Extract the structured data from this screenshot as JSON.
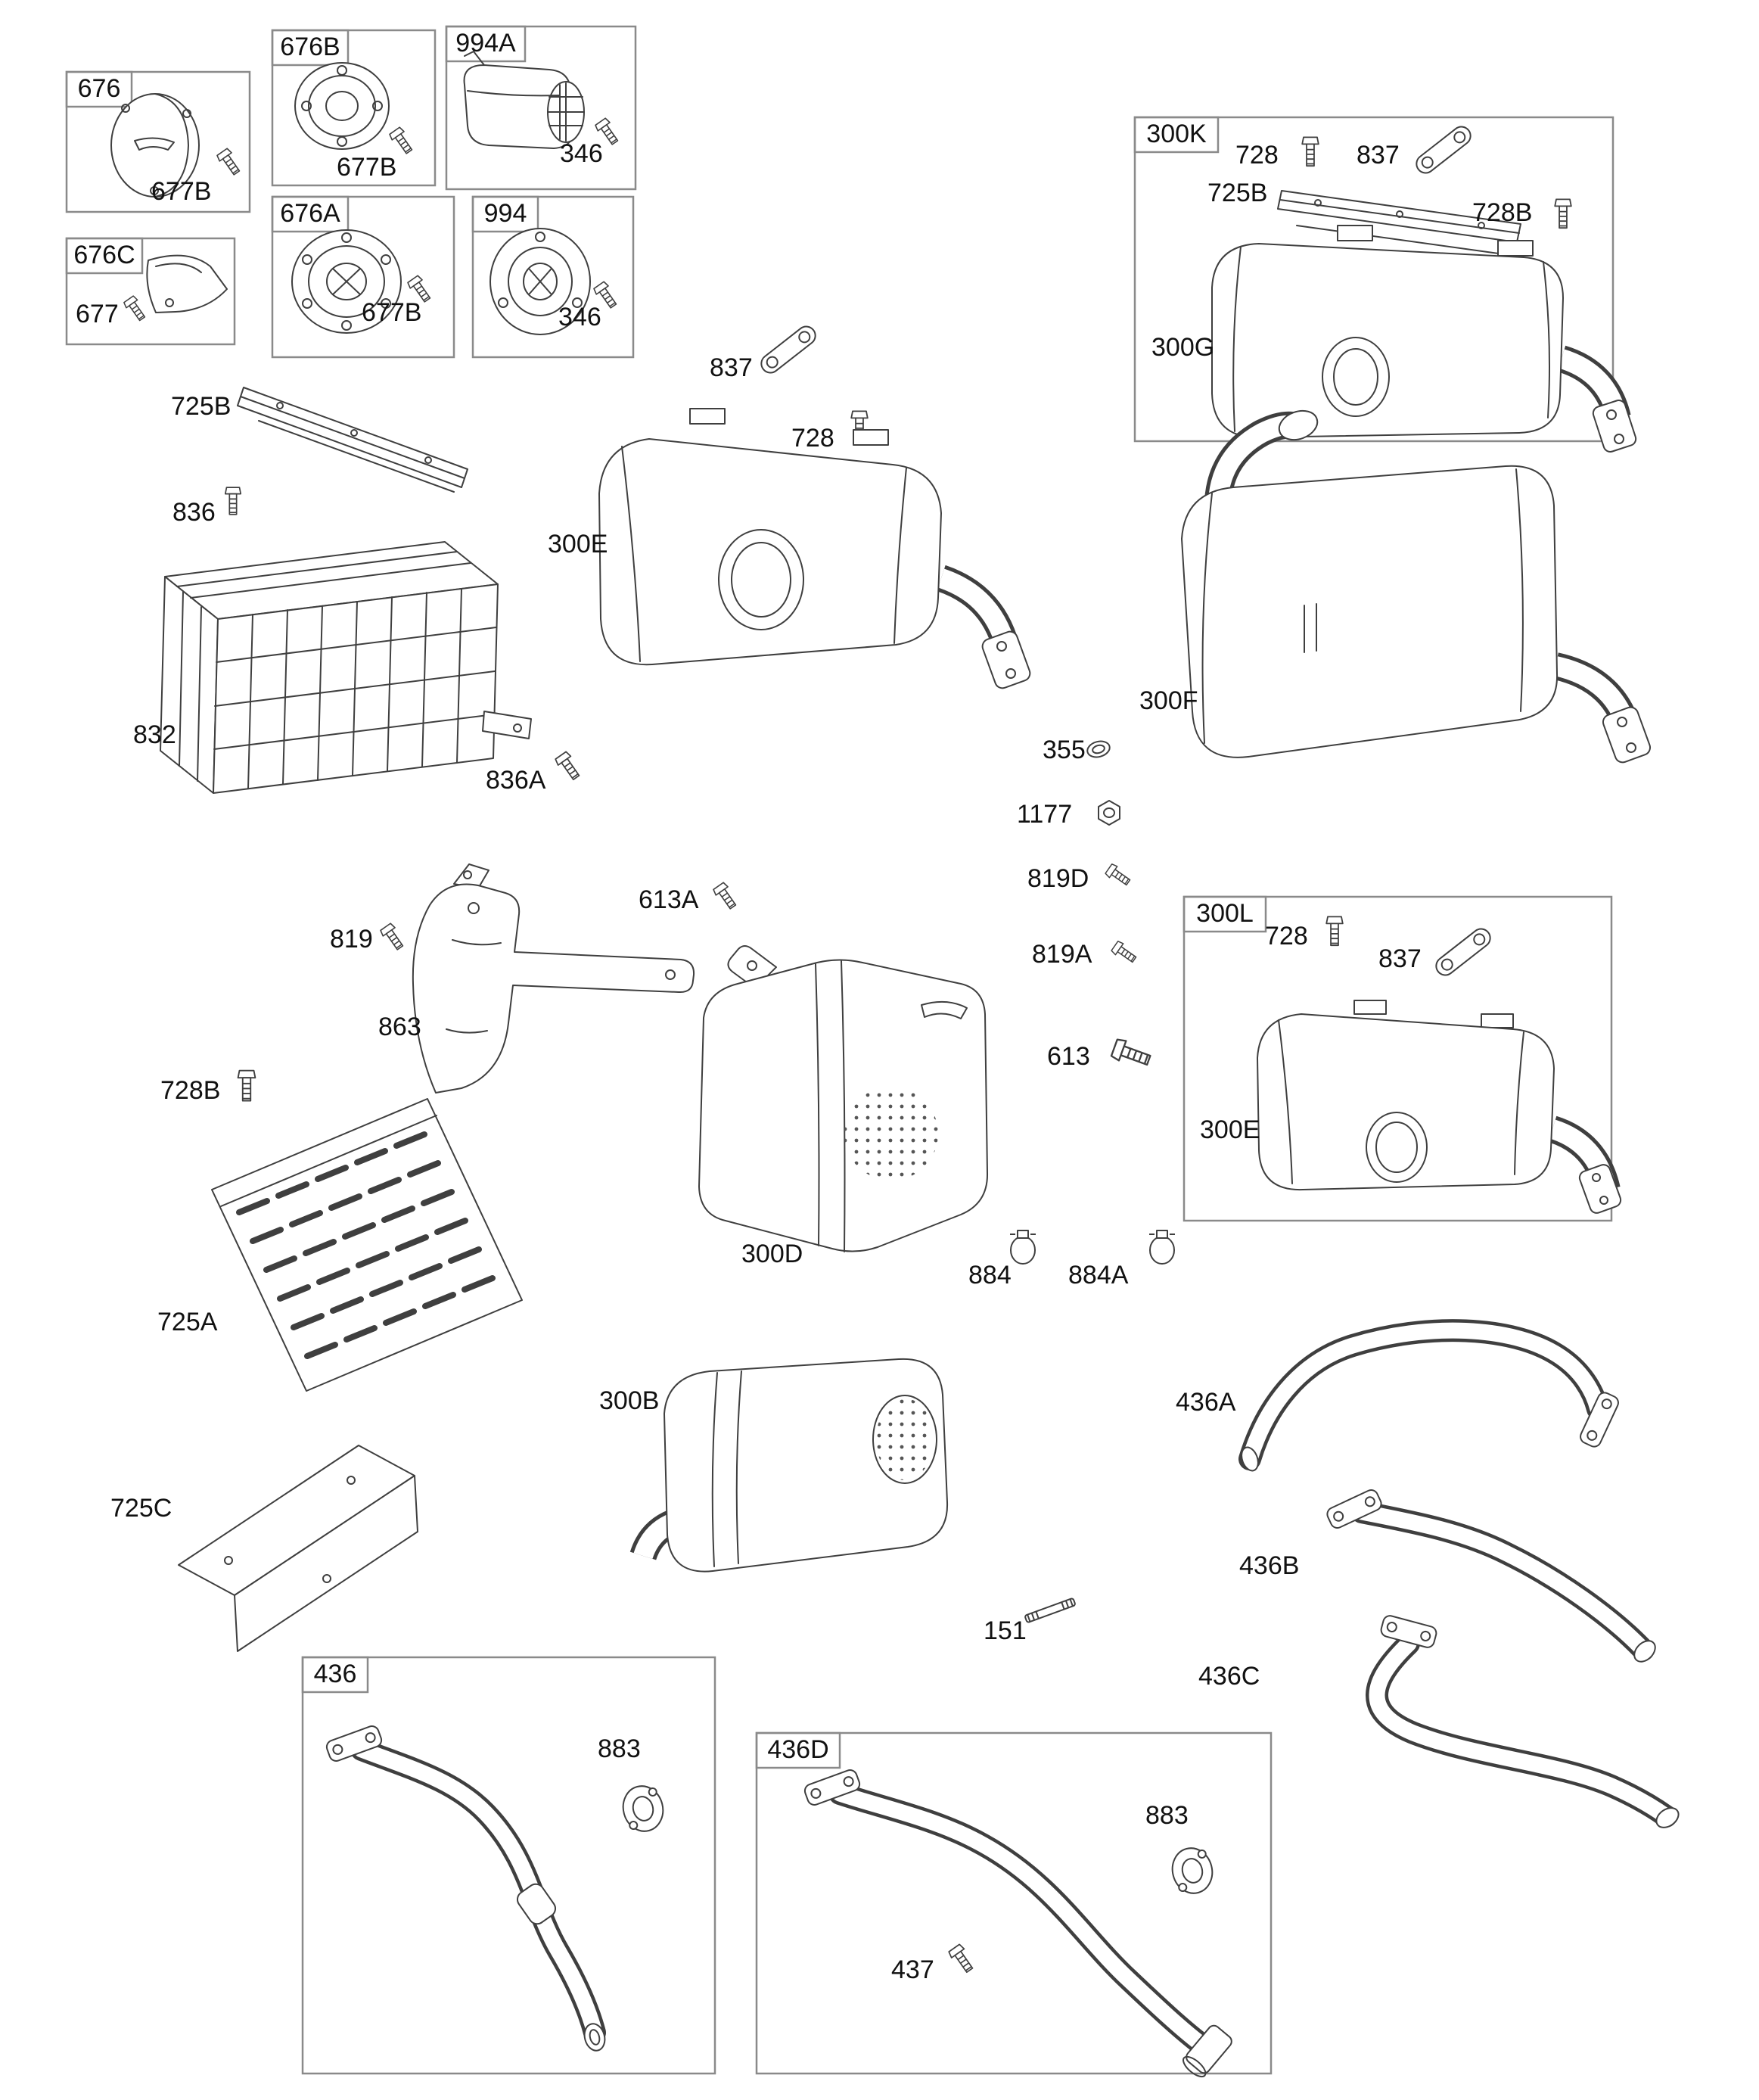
{
  "diagram": {
    "kind": "exploded-parts-diagram",
    "subject": "Exhaust System / Muffler Group"
  },
  "boxes": {
    "b676": {
      "label": "676",
      "callouts": {
        "c677B": "677B"
      }
    },
    "b676B": {
      "label": "676B",
      "callouts": {
        "c677B": "677B"
      }
    },
    "b994A": {
      "label": "994A",
      "callouts": {
        "c346": "346"
      }
    },
    "b676C": {
      "label": "676C",
      "callouts": {
        "c677": "677"
      }
    },
    "b676A": {
      "label": "676A",
      "callouts": {
        "c677B": "677B"
      }
    },
    "b994": {
      "label": "994",
      "callouts": {
        "c346": "346"
      }
    },
    "b300K": {
      "label": "300K",
      "callouts": {
        "c728": "728",
        "c837": "837",
        "c725B": "725B",
        "c728B": "728B",
        "c300G": "300G"
      }
    },
    "b300L": {
      "label": "300L",
      "callouts": {
        "c728": "728",
        "c837": "837",
        "c300E": "300E"
      }
    },
    "b436": {
      "label": "436",
      "callouts": {
        "c883": "883"
      }
    },
    "b436D": {
      "label": "436D",
      "callouts": {
        "c883": "883",
        "c437": "437"
      }
    }
  },
  "callouts": {
    "c725B": "725B",
    "c836": "836",
    "c832": "832",
    "c836A": "836A",
    "c837": "837",
    "c728": "728",
    "c300E": "300E",
    "c300F": "300F",
    "c355": "355",
    "c1177": "1177",
    "c819D": "819D",
    "c819A": "819A",
    "c613": "613",
    "c613A": "613A",
    "c819": "819",
    "c863": "863",
    "c728B": "728B",
    "c725A": "725A",
    "c300D": "300D",
    "c884": "884",
    "c884A": "884A",
    "c300B": "300B",
    "c725C": "725C",
    "c436A": "436A",
    "c436B": "436B",
    "c436C": "436C",
    "c151": "151"
  }
}
